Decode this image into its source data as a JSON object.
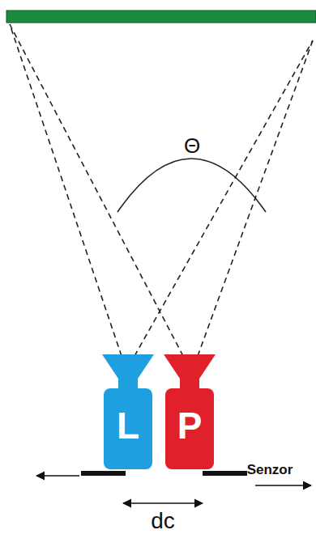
{
  "diagram": {
    "nodes": [
      {
        "text": [
          "L"
        ]
      },
      {
        "text": [
          "P"
        ]
      }
    ],
    "labels": [
      "Θ",
      "Senzor",
      "dc"
    ]
  }
}
